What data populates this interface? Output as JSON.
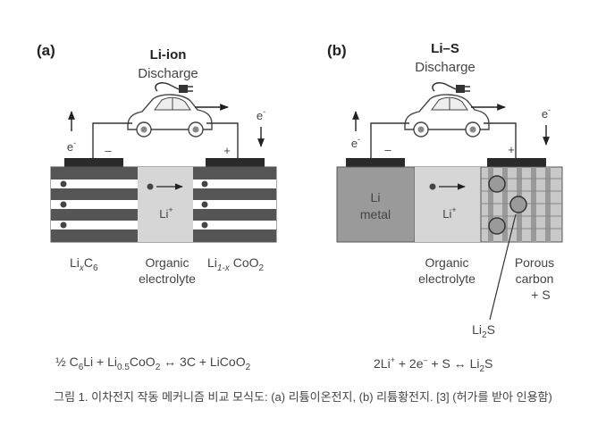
{
  "panel_a": {
    "tag": "(a)",
    "title": "Li-ion",
    "subtitle": "Discharge",
    "e_left": "e",
    "e_right": "e",
    "minus": "–",
    "plus": "+",
    "ion": "Li",
    "ion_sup": "+",
    "anode_label": {
      "a": "Li",
      "b": "x",
      "c": "C",
      "d": "6"
    },
    "electrolyte_label": [
      "Organic",
      "electrolyte"
    ],
    "cathode_label": {
      "a": "Li",
      "b": "1-x",
      "c": " CoO",
      "d": "2"
    },
    "equation": {
      "p1": "½ C",
      "s1": "6",
      "p2": "Li + Li",
      "s2": "0.5",
      "p3": "CoO",
      "s3": "2",
      "p4": " ↔ 3C + LiCoO",
      "s4": "2"
    }
  },
  "panel_b": {
    "tag": "(b)",
    "title": "Li–S",
    "subtitle": "Discharge",
    "e_left": "e",
    "e_right": "e",
    "minus": "–",
    "plus": "+",
    "anode_text": [
      "Li",
      "metal"
    ],
    "ion": "Li",
    "ion_sup": "+",
    "electrolyte_label": [
      "Organic",
      "electrolyte"
    ],
    "cathode_label": [
      "Porous",
      "carbon",
      "+ S"
    ],
    "callout": {
      "a": "Li",
      "b": "2",
      "c": "S"
    },
    "equation": {
      "p1": "2Li",
      "s1": "+",
      "p2": " + 2e",
      "s2": "–",
      "p3": " + S  ↔  Li",
      "s3": "2",
      "p4": "S"
    }
  },
  "caption": "그림 1. 이차전지 작동 메커니즘 비교 모식도: (a) 리튬이온전지, (b) 리튬황전지. [3] (허가를 받아 인용함)"
}
